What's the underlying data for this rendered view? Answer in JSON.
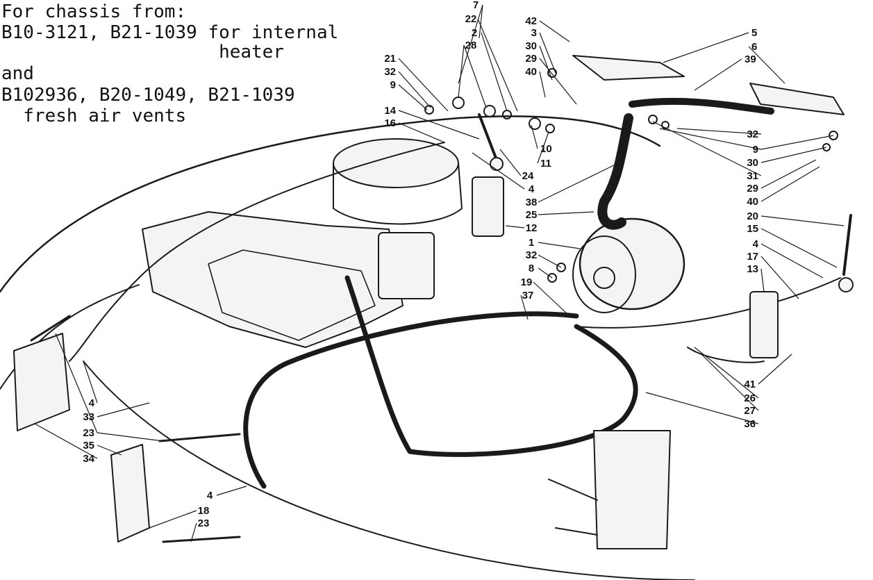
{
  "title": {
    "lines": [
      "For chassis from:",
      "B10-3121, B21-1039 for internal",
      "                    heater",
      "and",
      "B102936, B20-1049, B21-1039",
      "  fresh air vents"
    ]
  },
  "callouts": [
    "7",
    "22",
    "2",
    "28",
    "21",
    "32",
    "9",
    "14",
    "16",
    "42",
    "3",
    "30",
    "29",
    "40",
    "5",
    "6",
    "39",
    "10",
    "11",
    "24",
    "4",
    "38",
    "25",
    "12",
    "1",
    "32",
    "8",
    "19",
    "37",
    "32",
    "9",
    "30",
    "31",
    "29",
    "40",
    "20",
    "15",
    "4",
    "17",
    "13",
    "41",
    "26",
    "27",
    "36",
    "4",
    "33",
    "23",
    "35",
    "34",
    "4",
    "18",
    "23"
  ]
}
